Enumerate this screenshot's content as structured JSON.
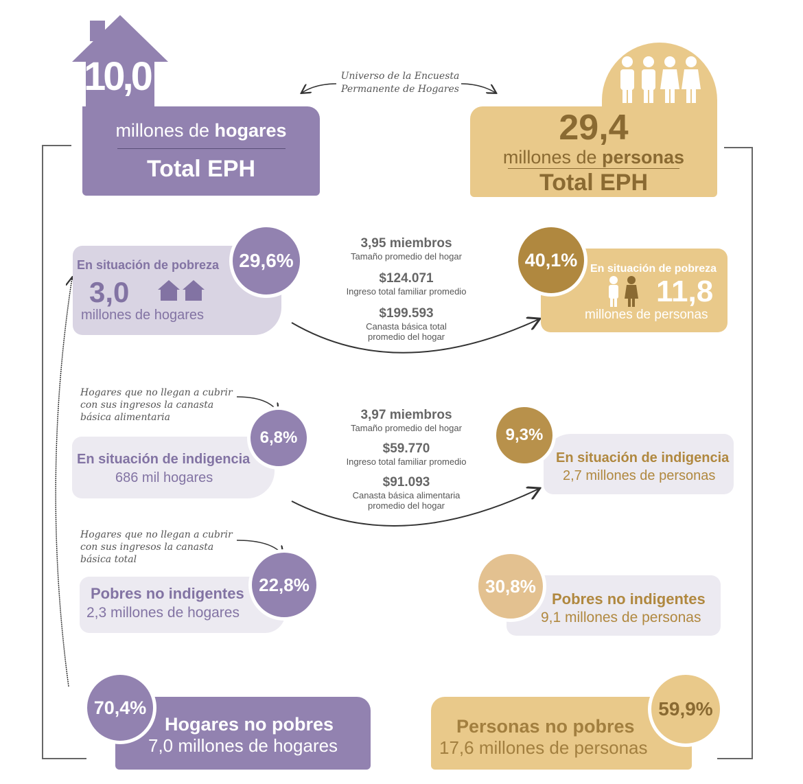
{
  "header": {
    "universe_note_1": "Universo de la Encuesta",
    "universe_note_2": "Permanente de Hogares"
  },
  "households": {
    "total_value": "10,0",
    "total_unit_prefix": "millones de ",
    "total_unit_bold": "hogares",
    "total_label": "Total EPH",
    "poverty": {
      "title": "En situación de pobreza",
      "value": "3,0",
      "unit": "millones de hogares",
      "pct": "29,6%"
    },
    "indigence_note": "Hogares que no llegan a cubrir con sus ingresos la canasta básica alimentaria",
    "indigence": {
      "title": "En situación de indigencia",
      "detail": "686 mil hogares",
      "pct": "6,8%"
    },
    "non_indigent_note": "Hogares que no llegan a cubrir con sus ingresos la canasta básica total",
    "non_indigent": {
      "title": "Pobres no indigentes",
      "detail": "2,3 millones de hogares",
      "pct": "22,8%"
    },
    "non_poor": {
      "title": "Hogares no pobres",
      "detail": "7,0 millones de hogares",
      "pct": "70,4%"
    }
  },
  "persons": {
    "total_value": "29,4",
    "total_unit_prefix": "millones de ",
    "total_unit_bold": "personas",
    "total_label": "Total EPH",
    "poverty": {
      "title": "En situación de pobreza",
      "value": "11,8",
      "unit": "millones de personas",
      "pct": "40,1%"
    },
    "indigence": {
      "title": "En situación de indigencia",
      "detail": "2,7 millones de personas",
      "pct": "9,3%"
    },
    "non_indigent": {
      "title": "Pobres no indigentes",
      "detail": "9,1 millones de personas",
      "pct": "30,8%"
    },
    "non_poor": {
      "title": "Personas no pobres",
      "detail": "17,6 millones de personas",
      "pct": "59,9%"
    }
  },
  "poverty_stats": {
    "members": "3,95 miembros",
    "members_label": "Tamaño promedio del hogar",
    "income": "$124.071",
    "income_label": "Ingreso total familiar promedio",
    "basket": "$199.593",
    "basket_label_1": "Canasta básica total",
    "basket_label_2": "promedio del hogar"
  },
  "indigence_stats": {
    "members": "3,97 miembros",
    "members_label": "Tamaño promedio del hogar",
    "income": "$59.770",
    "income_label": "Ingreso total familiar promedio",
    "basket": "$91.093",
    "basket_label_1": "Canasta básica alimentaria",
    "basket_label_2": "promedio del hogar"
  },
  "colors": {
    "purple": "#9282b0",
    "light_purple": "#d9d4e3",
    "gold": "#e9c98a",
    "dark_gold": "#b0883f",
    "light_gray": "#eceaf1"
  }
}
